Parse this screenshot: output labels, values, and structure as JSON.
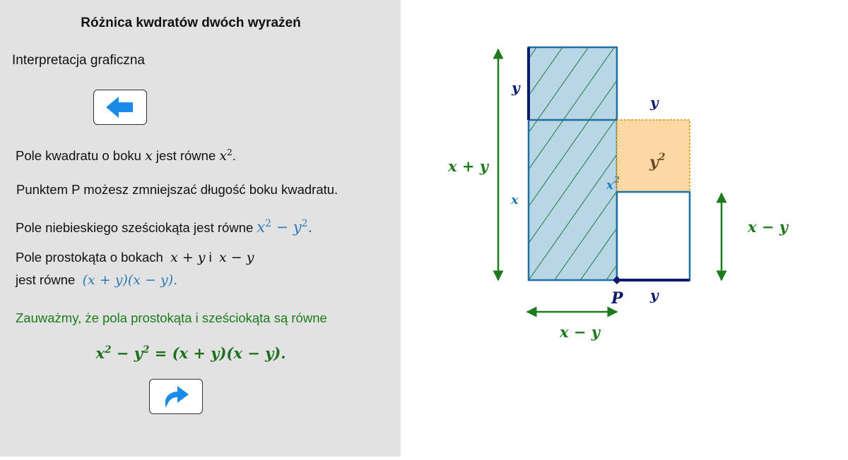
{
  "left_panel": {
    "title": "Różnica kwdratów dwóch wyrażeń",
    "subtitle": "Interpretacja graficzna",
    "back_button": {
      "icon": "arrow-left-icon",
      "color": "#1a8ce8"
    },
    "line1": {
      "text_a": "Pole kwadratu o boku ",
      "math_a": "x",
      "text_b": " jest  równe ",
      "math_b": "x",
      "sup_b": "2",
      "text_c": "."
    },
    "line2": {
      "text": "Punktem P możesz zmniejszać długość boku kwadratu."
    },
    "line3": {
      "text": "Pole niebieskiego sześciokąta  jest równe ",
      "math": "x",
      "sup1": "2",
      "mid": " − y",
      "sup2": "2",
      "end": "."
    },
    "line4": {
      "text": "Pole prostokąta  o bokach ",
      "math_a": "x + y",
      "sep": " i ",
      "math_b": "x − y"
    },
    "line5": {
      "text": "jest równe ",
      "math": "(x + y)(x − y)."
    },
    "note": "Zauważmy, że pola prostokąta i sześciokąta są równe",
    "final_eq": {
      "lhs_x": "x",
      "sup1": "2",
      "mid": " − y",
      "sup2": "2",
      "rhs": " = (x + y)(x − y)."
    },
    "next_button": {
      "icon": "curved-arrow-right-icon",
      "color": "#1a8ce8"
    }
  },
  "diagram": {
    "labels": {
      "x_plus_y": "x + y",
      "y_top_left": "y",
      "x_left": "x",
      "y_top_right": "y",
      "y_squared": "y",
      "y_squared_sup": "2",
      "x_squared": "x",
      "x_squared_sup": "2",
      "x_minus_y_right": "x − y",
      "x_minus_y_bottom": "x − y",
      "point_p": "P",
      "y_bottom": "y"
    },
    "colors": {
      "hexagon_fill": "#b9d6e6",
      "hexagon_stroke": "#1f6fa3",
      "hatch": "#1d7a3a",
      "square_fill": "#fcd9a2",
      "square_stroke": "#e3a836",
      "arrows": "#1d7a1d",
      "dark_blue": "#0c1a6e"
    }
  }
}
